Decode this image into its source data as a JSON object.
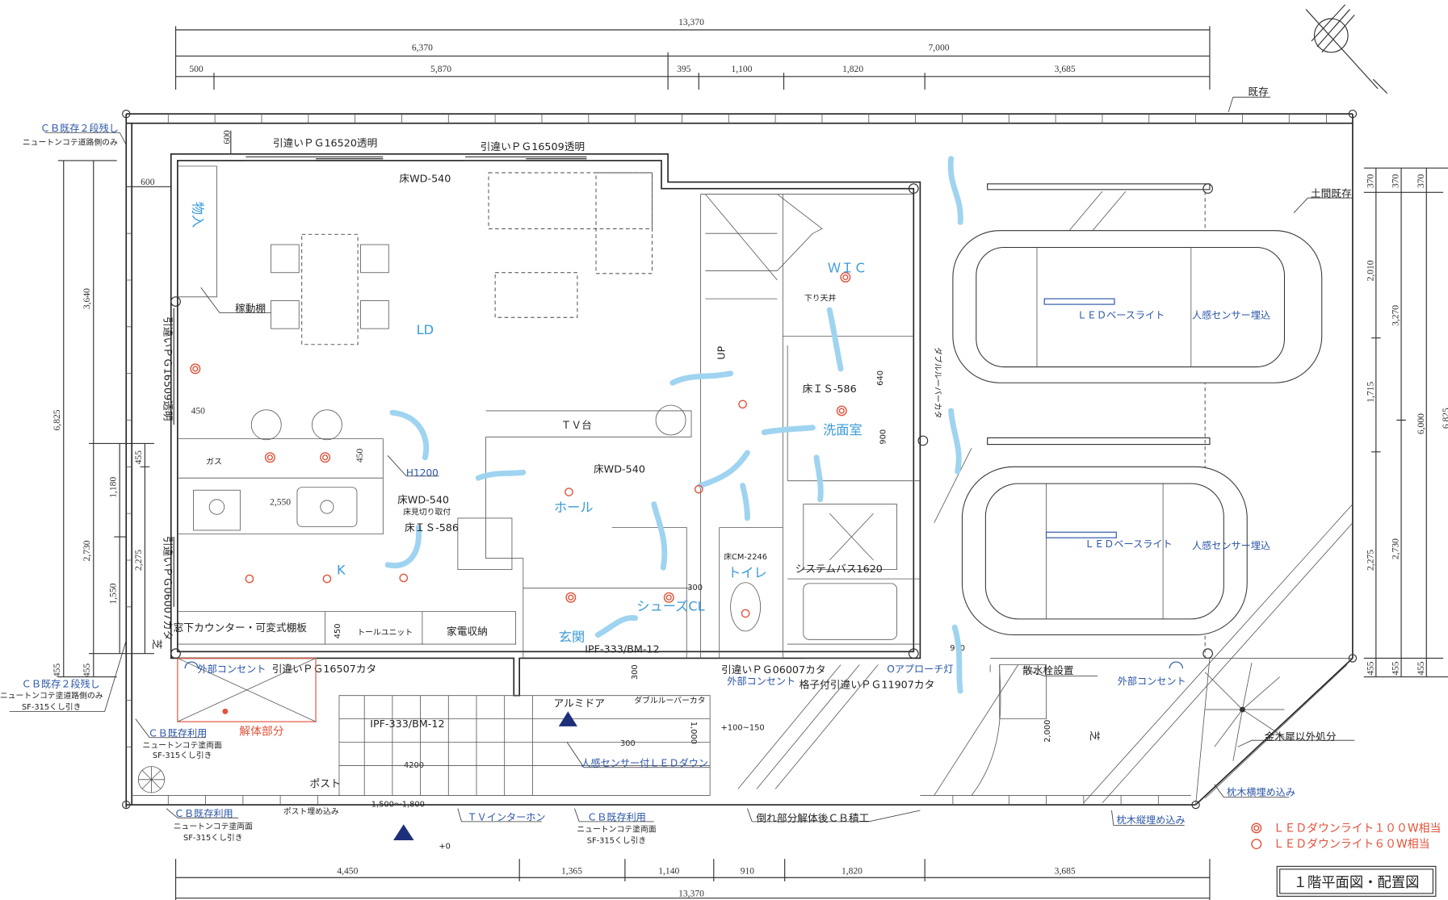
{
  "colors": {
    "line": "#333333",
    "lamp": "#e0523a",
    "callout": "#2a55a8",
    "room": "#3a9ad9",
    "airflow": "#9fd4f0"
  },
  "dims": {
    "top": {
      "total": "13,370",
      "left": "6,370",
      "right": "7,000",
      "segments": [
        "500",
        "5,870",
        "395",
        "1,100",
        "1,820",
        "3,685"
      ]
    },
    "bottom": {
      "segments": [
        "4,450",
        "1,365",
        "1,140",
        "910",
        "1,820",
        "3,685"
      ],
      "total": "13,370"
    },
    "left": [
      "6,825",
      "3,640",
      "2,730",
      "1,180",
      "1,550",
      "2,275",
      "455",
      "455",
      "455"
    ],
    "left_misc": [
      "600",
      "600"
    ],
    "right": [
      "370",
      "370",
      "370",
      "2,010",
      "3,270",
      "1,715",
      "6,000",
      "6,825",
      "2,275",
      "2,730",
      "455",
      "455",
      "455"
    ]
  },
  "callouts": {
    "cb_top_left": [
      "ＣＢ既存２段残し",
      "ニュートンコテ道路側のみ"
    ],
    "cb_mid_left": [
      "ＣＢ既存２段残し",
      "ニュートンコテ塗道路側のみ",
      "SF-315くし引き"
    ],
    "cb_use_1": [
      "ＣＢ既存利用",
      "ニュートンコテ塗両面",
      "SF-315くし引き"
    ],
    "cb_use_2": [
      "ＣＢ既存利用",
      "ニュートンコテ塗両面",
      "SF-315くし引き"
    ],
    "cb_use_3": [
      "ＣＢ既存利用",
      "ニュートンコテ塗両面",
      "SF-315くし引き"
    ],
    "existing": "既存",
    "doma_existing": "土間既存",
    "demolition": "解体部分",
    "post": "ポスト",
    "post_embed": "ポスト埋め込み",
    "post_range": "1,500～1,800",
    "tv_intercom": "ＴＶインターホン",
    "plus_zero": "+0",
    "rebuild_cb": "倒れ部分解体後ＣＢ積工",
    "sleeper_vertical": "枕木縦埋め込み",
    "sleeper_horizontal": "枕木横埋め込み",
    "dispose_trees": "金木犀以外処分",
    "water_tap": "散水栓設置",
    "approach_light": "Oアプローチ灯",
    "grass": "芝",
    "grass_left": "芝",
    "range_100_150": "+100~150",
    "sensor_led_down": "人感センサー付ＬＥＤダウン",
    "led_base_1": "ＬＥＤベースライト",
    "sensor_embed_1": "人感センサー埋込",
    "led_base_2": "ＬＥＤベースライト",
    "sensor_embed_2": "人感センサー埋込",
    "outlet_1": "外部コンセント",
    "outlet_2": "外部コンセント",
    "outlet_3": "外部コンセント",
    "shelf": "稼動棚",
    "h1200": "H1200"
  },
  "windows": {
    "w1": "引違いＰＧ16520透明",
    "w2": "引違いＰＧ16509透明",
    "w3": "引違いＰＧ16509透明",
    "w4": "引違いＰＧ06007カタ",
    "w5": "引違いＰＧ16507カタ",
    "w6": "引違いＰＧ06007カタ",
    "w7": "格子付引違いＰＧ11907カタ",
    "louver_1": "ダブルルーバーカタ",
    "louver_2": "ダブルルーバーカタ",
    "alum_door": "アルミドア"
  },
  "rooms": {
    "storage": "物入",
    "ld": "LD",
    "k": "K",
    "hall": "ホール",
    "wic": "ＷＩＣ",
    "washroom": "洗面室",
    "toilet": "トイレ",
    "shoes": "シューズCL",
    "entrance": "玄関",
    "up": "UP",
    "tv": "ＴＶ台",
    "bath": "システムバス1620",
    "lowered_ceiling": "下り天井"
  },
  "floors": {
    "ld": "床WD-540",
    "k": "床WD-540",
    "k_trim": "床見切り取付",
    "k_is": "床ＩＳ-586",
    "hall": "床WD-540",
    "wash": "床ＩＳ-586",
    "toilet": "床CM-2246",
    "entrance": "IPF-333/BM-12",
    "approach": "IPF-333/BM-12"
  },
  "fixtures": {
    "counter": "窓下カウンター・可変式棚板",
    "tall_unit": "トールユニット",
    "appliance": "家電収納",
    "counter_dim": "450",
    "bench_dim": "450",
    "bar_dim": "450",
    "kitchen_len": "2,550",
    "wash_640": "640",
    "wash_900": "900",
    "shoe_300a": "300",
    "shoe_300b": "300",
    "step_300": "300",
    "step_1000": "1,000",
    "approach_910": "910",
    "lawn_2000": "2,000",
    "tile_4200": "4200",
    "gas": "ガス"
  },
  "legend": {
    "l100": "ＬＥＤダウンライト１００W相当",
    "l60": "ＬＥＤダウンライト６０W相当"
  },
  "title": "１階平面図・配置図"
}
